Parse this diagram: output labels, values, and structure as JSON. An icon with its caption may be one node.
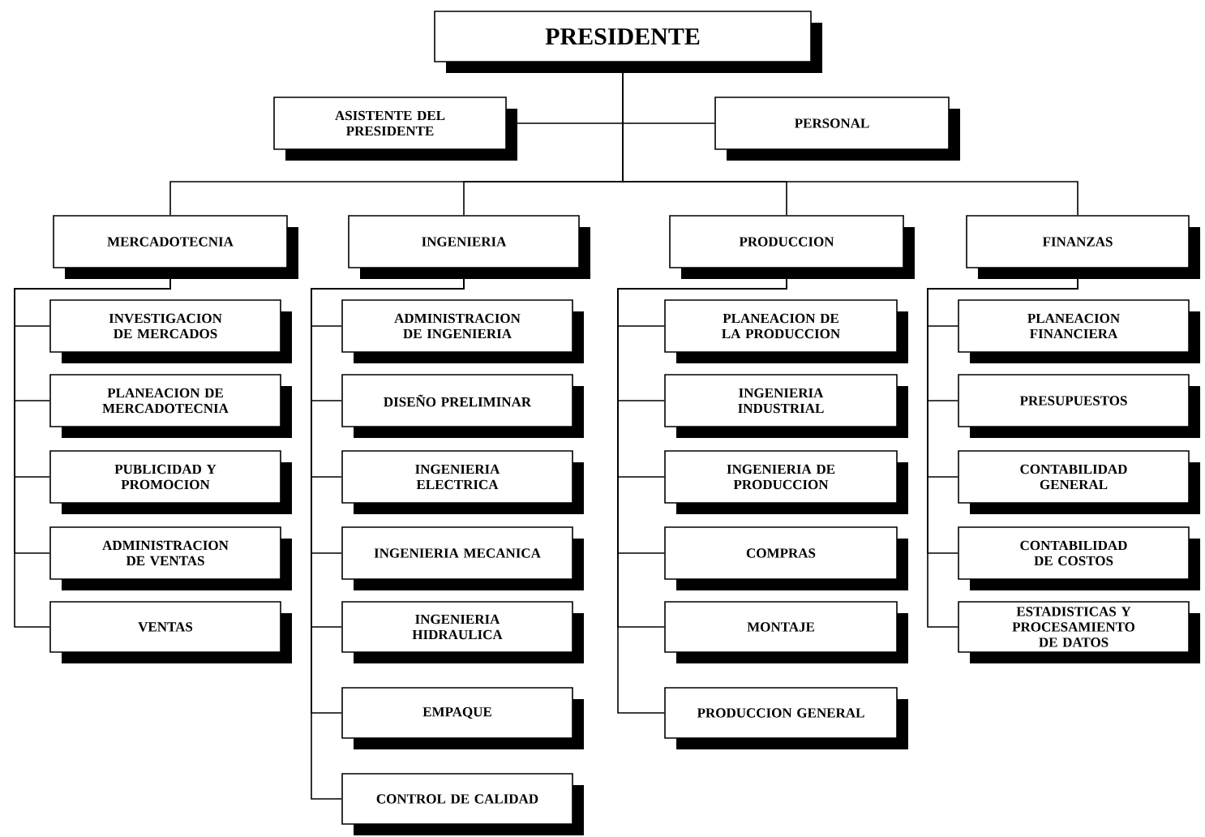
{
  "diagram": {
    "nodes": [
      {
        "text": [
          "PRESIDENTE"
        ]
      },
      {
        "text": [
          "ASISTENTE DEL PRESIDENTE"
        ]
      },
      {
        "text": [
          "PERSONAL"
        ]
      },
      {
        "text": [
          "MERCADOTECNIA"
        ]
      },
      {
        "text": [
          "INGENIERIA"
        ]
      },
      {
        "text": [
          "PRODUCCION"
        ]
      },
      {
        "text": [
          "FINANZAS"
        ]
      },
      {
        "text": [
          "INVESTIGACION DE MERCADOS"
        ]
      },
      {
        "text": [
          "PLANEACION DE MERCADOTECNIA"
        ]
      },
      {
        "text": [
          "PUBLICIDAD Y PROMOCION"
        ]
      },
      {
        "text": [
          "ADMINISTRACION DE VENTAS"
        ]
      },
      {
        "text": [
          "VENTAS"
        ]
      },
      {
        "text": [
          "ADMINISTRACION DE INGENIERIA"
        ]
      },
      {
        "text": [
          "DISEÑO PRELIMINAR"
        ]
      },
      {
        "text": [
          "INGENIERIA ELECTRICA"
        ]
      },
      {
        "text": [
          "INGENIERIA MECANICA"
        ]
      },
      {
        "text": [
          "INGENIERIA HIDRAULICA"
        ]
      },
      {
        "text": [
          "EMPAQUE"
        ]
      },
      {
        "text": [
          "CONTROL DE CALIDAD"
        ]
      },
      {
        "text": [
          "PLANEACION DE LA PRODUCCION"
        ]
      },
      {
        "text": [
          "INGENIERIA INDUSTRIAL"
        ]
      },
      {
        "text": [
          "INGENIERIA DE PRODUCCION"
        ]
      },
      {
        "text": [
          "COMPRAS"
        ]
      },
      {
        "text": [
          "MONTAJE"
        ]
      },
      {
        "text": [
          "PRODUCCION GENERAL"
        ]
      },
      {
        "text": [
          "PLANEACION FINANCIERA"
        ]
      },
      {
        "text": [
          "PRESUPUESTOS"
        ]
      },
      {
        "text": [
          "CONTABILIDAD GENERAL"
        ]
      },
      {
        "text": [
          "CONTABILIDAD DE COSTOS"
        ]
      },
      {
        "text": [
          "ESTADISTICAS Y PROCESAMIENTO DE DATOS"
        ]
      }
    ],
    "edges": [
      {
        "from": 0,
        "to": 1,
        "arrow": "none"
      },
      {
        "from": 0,
        "to": 2,
        "arrow": "none"
      },
      {
        "from": 0,
        "to": 3,
        "arrow": "none"
      },
      {
        "from": 0,
        "to": 4,
        "arrow": "none"
      },
      {
        "from": 0,
        "to": 5,
        "arrow": "none"
      },
      {
        "from": 0,
        "to": 6,
        "arrow": "none"
      },
      {
        "from": 3,
        "to": 7,
        "arrow": "none"
      },
      {
        "from": 3,
        "to": 8,
        "arrow": "none"
      },
      {
        "from": 3,
        "to": 9,
        "arrow": "none"
      },
      {
        "from": 3,
        "to": 10,
        "arrow": "none"
      },
      {
        "from": 3,
        "to": 11,
        "arrow": "none"
      },
      {
        "from": 4,
        "to": 12,
        "arrow": "none"
      },
      {
        "from": 4,
        "to": 13,
        "arrow": "none"
      },
      {
        "from": 4,
        "to": 14,
        "arrow": "none"
      },
      {
        "from": 4,
        "to": 15,
        "arrow": "none"
      },
      {
        "from": 4,
        "to": 16,
        "arrow": "none"
      },
      {
        "from": 4,
        "to": 17,
        "arrow": "none"
      },
      {
        "from": 4,
        "to": 18,
        "arrow": "none"
      },
      {
        "from": 5,
        "to": 19,
        "arrow": "none"
      },
      {
        "from": 5,
        "to": 20,
        "arrow": "none"
      },
      {
        "from": 5,
        "to": 21,
        "arrow": "none"
      },
      {
        "from": 5,
        "to": 22,
        "arrow": "none"
      },
      {
        "from": 5,
        "to": 23,
        "arrow": "none"
      },
      {
        "from": 5,
        "to": 24,
        "arrow": "none"
      },
      {
        "from": 6,
        "to": 25,
        "arrow": "none"
      },
      {
        "from": 6,
        "to": 26,
        "arrow": "none"
      },
      {
        "from": 6,
        "to": 27,
        "arrow": "none"
      },
      {
        "from": 6,
        "to": 28,
        "arrow": "none"
      },
      {
        "from": 6,
        "to": 29,
        "arrow": "none"
      }
    ]
  }
}
